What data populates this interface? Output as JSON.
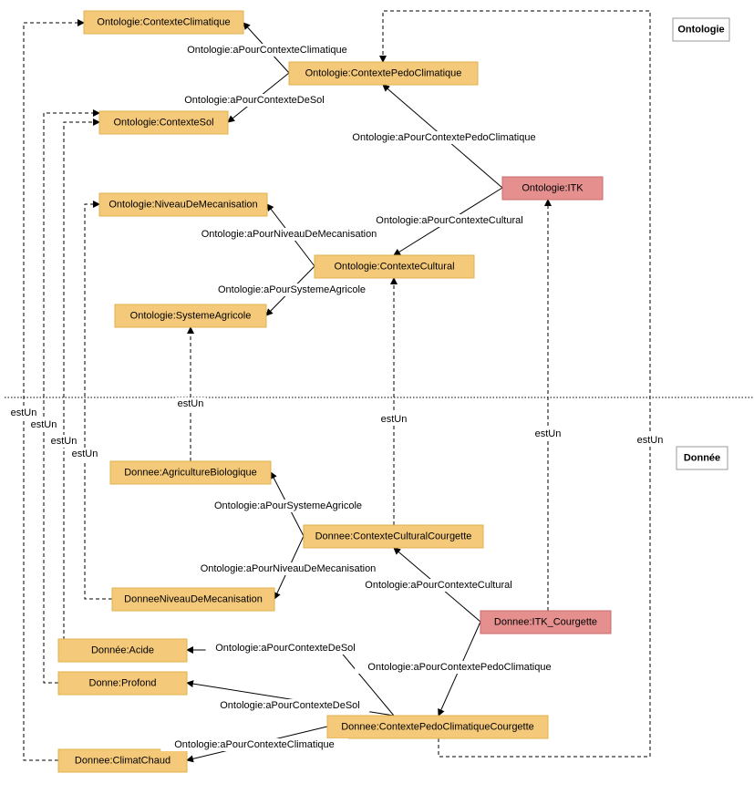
{
  "colors": {
    "class_fill": "#f5c97a",
    "class_stroke": "#e0b04f",
    "instance_fill": "#e58f8f",
    "instance_stroke": "#c96b6b"
  },
  "badges": {
    "ontology": "Ontologie",
    "data": "Donnée"
  },
  "nodes": [
    {
      "id": "ctx_clim",
      "label": "Ontologie:ContexteClimatique",
      "kind": "class"
    },
    {
      "id": "ctx_pedo",
      "label": "Ontologie:ContextePedoClimatique",
      "kind": "class"
    },
    {
      "id": "ctx_sol",
      "label": "Ontologie:ContexteSol",
      "kind": "class"
    },
    {
      "id": "itk",
      "label": "Ontologie:ITK",
      "kind": "instance"
    },
    {
      "id": "niveau",
      "label": "Ontologie:NiveauDeMecanisation",
      "kind": "class"
    },
    {
      "id": "ctx_cult",
      "label": "Ontologie:ContexteCultural",
      "kind": "class"
    },
    {
      "id": "sys_agri",
      "label": "Ontologie:SystemeAgricole",
      "kind": "class"
    },
    {
      "id": "agri_bio",
      "label": "Donnee:AgricultureBiologique",
      "kind": "class"
    },
    {
      "id": "ctx_cult_c",
      "label": "Donnee:ContexteCulturalCourgette",
      "kind": "class"
    },
    {
      "id": "niveau_d",
      "label": "DonneeNiveauDeMecanisation",
      "kind": "class"
    },
    {
      "id": "itk_c",
      "label": "Donnee:ITK_Courgette",
      "kind": "instance"
    },
    {
      "id": "acide",
      "label": "Donnée:Acide",
      "kind": "class"
    },
    {
      "id": "profond",
      "label": "Donne:Profond",
      "kind": "class"
    },
    {
      "id": "pedo_c",
      "label": "Donnee:ContextePedoClimatiqueCourgette",
      "kind": "class"
    },
    {
      "id": "climat_chaud",
      "label": "Donnee:ClimatChaud",
      "kind": "class"
    }
  ],
  "edges": [
    {
      "id": "e1",
      "from": "ctx_pedo",
      "to": "ctx_clim",
      "label": "Ontologie:aPourContexteClimatique",
      "style": "solid"
    },
    {
      "id": "e2",
      "from": "ctx_pedo",
      "to": "ctx_sol",
      "label": "Ontologie:aPourContexteDeSol",
      "style": "solid"
    },
    {
      "id": "e3",
      "from": "itk",
      "to": "ctx_pedo",
      "label": "Ontologie:aPourContextePedoClimatique",
      "style": "solid"
    },
    {
      "id": "e4",
      "from": "itk",
      "to": "ctx_cult",
      "label": "Ontologie:aPourContexteCultural",
      "style": "solid"
    },
    {
      "id": "e5",
      "from": "ctx_cult",
      "to": "niveau",
      "label": "Ontologie:aPourNiveauDeMecanisation",
      "style": "solid"
    },
    {
      "id": "e6",
      "from": "ctx_cult",
      "to": "sys_agri",
      "label": "Ontologie:aPourSystemeAgricole",
      "style": "solid"
    },
    {
      "id": "e7",
      "from": "agri_bio",
      "to": "sys_agri",
      "label": "estUn",
      "style": "dashed"
    },
    {
      "id": "e8",
      "from": "ctx_cult_c",
      "to": "ctx_cult",
      "label": "estUn",
      "style": "dashed"
    },
    {
      "id": "e9",
      "from": "itk_c",
      "to": "itk",
      "label": "estUn",
      "style": "dashed"
    },
    {
      "id": "e10",
      "from": "pedo_c",
      "to": "ctx_pedo",
      "label": "estUn",
      "style": "dashed"
    },
    {
      "id": "e11",
      "from": "ctx_cult_c",
      "to": "agri_bio",
      "label": "Ontologie:aPourSystemeAgricole",
      "style": "solid"
    },
    {
      "id": "e12",
      "from": "ctx_cult_c",
      "to": "niveau_d",
      "label": "Ontologie:aPourNiveauDeMecanisation",
      "style": "solid"
    },
    {
      "id": "e13",
      "from": "itk_c",
      "to": "ctx_cult_c",
      "label": "Ontologie:aPourContexteCultural",
      "style": "solid"
    },
    {
      "id": "e14",
      "from": "itk_c",
      "to": "pedo_c",
      "label": "Ontologie:aPourContextePedoClimatique",
      "style": "solid"
    },
    {
      "id": "e15",
      "from": "pedo_c",
      "to": "acide",
      "label": "Ontologie:aPourContexteDeSol",
      "style": "solid"
    },
    {
      "id": "e16",
      "from": "pedo_c",
      "to": "profond",
      "label": "Ontologie:aPourContexteDeSol",
      "style": "solid"
    },
    {
      "id": "e17",
      "from": "pedo_c",
      "to": "climat_chaud",
      "label": "Ontologie:aPourContexteClimatique",
      "style": "solid"
    },
    {
      "id": "e18",
      "from": "climat_chaud",
      "to": "ctx_clim",
      "label": "estUn",
      "style": "dashed"
    },
    {
      "id": "e19",
      "from": "profond",
      "to": "ctx_sol",
      "label": "estUn",
      "style": "dashed"
    },
    {
      "id": "e20",
      "from": "acide",
      "to": "ctx_sol",
      "label": "estUn",
      "style": "dashed"
    },
    {
      "id": "e21",
      "from": "niveau_d",
      "to": "niveau",
      "label": "estUn",
      "style": "dashed"
    }
  ]
}
